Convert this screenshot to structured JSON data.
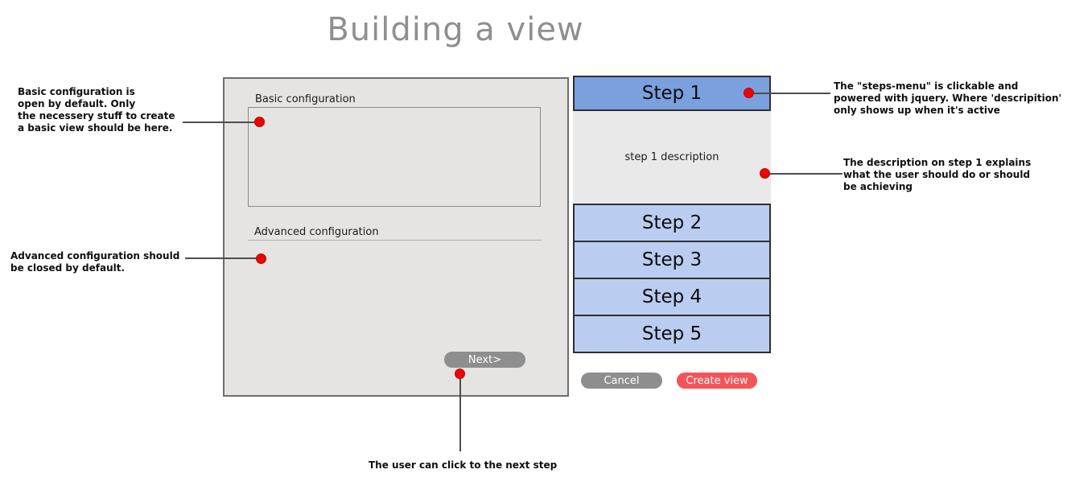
{
  "title": "Building a view",
  "config_panel": {
    "basic_section_label": "Basic configuration",
    "advanced_section_label": "Advanced configuration",
    "next_button_label": "Next>"
  },
  "steps_menu": {
    "active_step_label": "Step 1",
    "active_step_description": "step 1 description",
    "steps": [
      "Step 2",
      "Step 3",
      "Step 4",
      "Step 5"
    ],
    "cancel_button_label": "Cancel",
    "create_button_label": "Create view"
  },
  "annotations": {
    "basic_note": "Basic configuration is\nopen by default. Only\nthe necessery stuff to create\na basic view should be here.",
    "advanced_note": "Advanced configuration should\nbe closed by default.",
    "steps_menu_note": "The \"steps-menu\" is clickable and\npowered with jquery. Where 'descripition'\nonly shows up when it's active",
    "description_note": "The description on step 1 explains\nwhat the user should do or should\nbe achieving",
    "next_note": "The user can click to the next step"
  },
  "colors": {
    "active_step_blue": "#7ba0de",
    "step_blue": "#bacdf0",
    "panel_gray": "#e5e4e2",
    "description_gray": "#e9e9e9",
    "button_gray": "#8e8e8e",
    "create_button_red": "#f45459",
    "annotation_dot_red": "#ea0606",
    "title_gray": "#8f8f8f"
  }
}
